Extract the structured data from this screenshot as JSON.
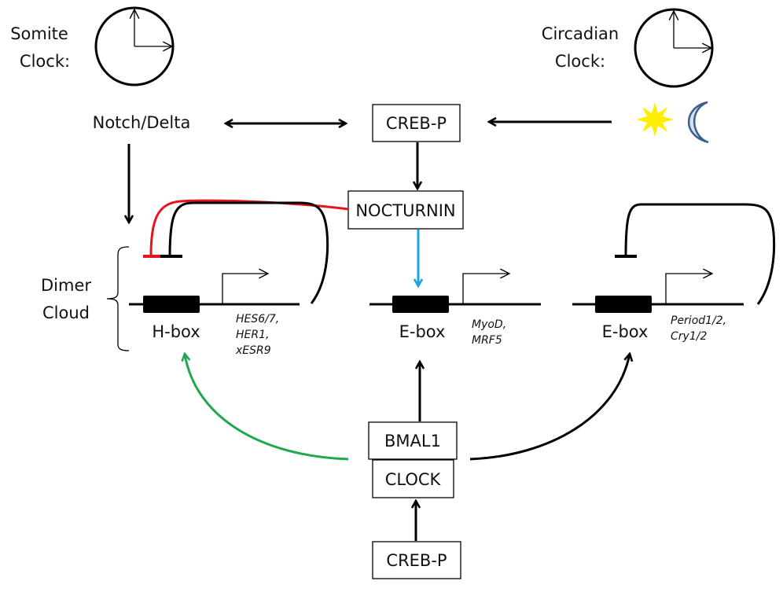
{
  "clocks": {
    "somite": {
      "label_line1": "Somite",
      "label_line2": "Clock:"
    },
    "circadian": {
      "label_line1": "Circadian",
      "label_line2": "Clock:"
    }
  },
  "nodes": {
    "notch_delta": "Notch/Delta",
    "creb_p_top": "CREB-P",
    "nocturnin": "NOCTURNIN",
    "bmal1": "BMAL1",
    "clock": "CLOCK",
    "creb_p_bottom": "CREB-P"
  },
  "dimer_cloud": {
    "line1": "Dimer",
    "line2": "Cloud"
  },
  "promoters": [
    {
      "box_label": "H-box",
      "genes": [
        "HES6/7,",
        "HER1,",
        "xESR9"
      ]
    },
    {
      "box_label": "E-box",
      "genes": [
        "MyoD,",
        "MRF5"
      ]
    },
    {
      "box_label": "E-box",
      "genes": [
        "Period1/2,",
        "Cry1/2"
      ]
    }
  ],
  "icons": {
    "light": "sun-icon",
    "dark": "moon-icon"
  },
  "colors": {
    "inhibition_red": "#e8141b",
    "nocturnin_arrow": "#1aa3dc",
    "green_arrow": "#1fa84f",
    "sun": "#ffee00",
    "moon_fill": "#d7e1f0",
    "moon_stroke": "#3e5f8a"
  }
}
